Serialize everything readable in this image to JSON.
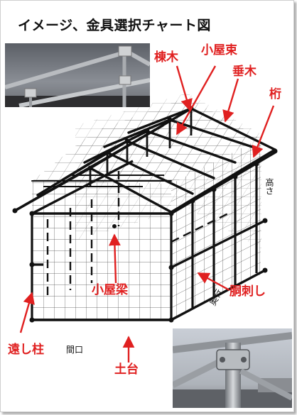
{
  "title": "イメージ、金具選択チャート図",
  "labels": {
    "munagi": "棟木",
    "koyazuka": "小屋束",
    "taruki": "垂木",
    "keta": "桁",
    "koyabari": "小屋梁",
    "dousashi": "胴刺し",
    "toshibashira": "遠し柱",
    "dodai": "土台"
  },
  "dims": {
    "height": "高さ",
    "depth": "奥行",
    "width": "間口"
  },
  "colors": {
    "accent": "#e02020",
    "frame": "#111111",
    "grid": "#444444"
  }
}
